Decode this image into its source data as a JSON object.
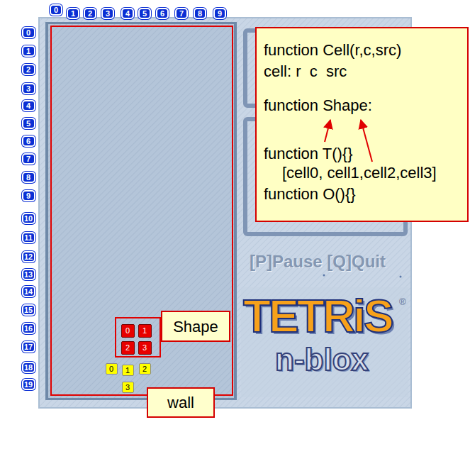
{
  "diagram": {
    "nodes": [
      {
        "text": [
          "0"
        ]
      },
      {
        "text": [
          "1"
        ]
      },
      {
        "text": [
          "2"
        ]
      },
      {
        "text": [
          "3"
        ]
      },
      {
        "text": [
          "4"
        ]
      },
      {
        "text": [
          "5"
        ]
      },
      {
        "text": [
          "6"
        ]
      },
      {
        "text": [
          "7"
        ]
      },
      {
        "text": [
          "8"
        ]
      },
      {
        "text": [
          "9"
        ]
      },
      {
        "text": [
          "0"
        ]
      },
      {
        "text": [
          "1"
        ]
      },
      {
        "text": [
          "2"
        ]
      },
      {
        "text": [
          "3"
        ]
      },
      {
        "text": [
          "4"
        ]
      },
      {
        "text": [
          "5"
        ]
      },
      {
        "text": [
          "6"
        ]
      },
      {
        "text": [
          "7"
        ]
      },
      {
        "text": [
          "8"
        ]
      },
      {
        "text": [
          "9"
        ]
      },
      {
        "text": [
          "10"
        ]
      },
      {
        "text": [
          "11"
        ]
      },
      {
        "text": [
          "12"
        ]
      },
      {
        "text": [
          "13"
        ]
      },
      {
        "text": [
          "14"
        ]
      },
      {
        "text": [
          "15"
        ]
      },
      {
        "text": [
          "16"
        ]
      },
      {
        "text": [
          "17"
        ]
      },
      {
        "text": [
          "18"
        ]
      },
      {
        "text": [
          "19"
        ]
      },
      {
        "text": [
          "function Cell(r,c,src)",
          "cell: r  c  src",
          "function Shape:",
          "function T(){}",
          "[cell0, cell1,cell2,cell3]",
          "function O(){}"
        ]
      },
      {
        "text": [
          "0"
        ]
      },
      {
        "text": [
          "1"
        ]
      },
      {
        "text": [
          "2"
        ]
      },
      {
        "text": [
          "3"
        ]
      },
      {
        "text": [
          "Shape"
        ]
      },
      {
        "text": [
          "0"
        ]
      },
      {
        "text": [
          "1"
        ]
      },
      {
        "text": [
          "2"
        ]
      },
      {
        "text": [
          "3"
        ]
      },
      {
        "text": [
          "wall"
        ]
      }
    ],
    "labels": [
      "[P]Pause [Q]Quit",
      "TETRiS",
      "®",
      "n-blox"
    ]
  }
}
